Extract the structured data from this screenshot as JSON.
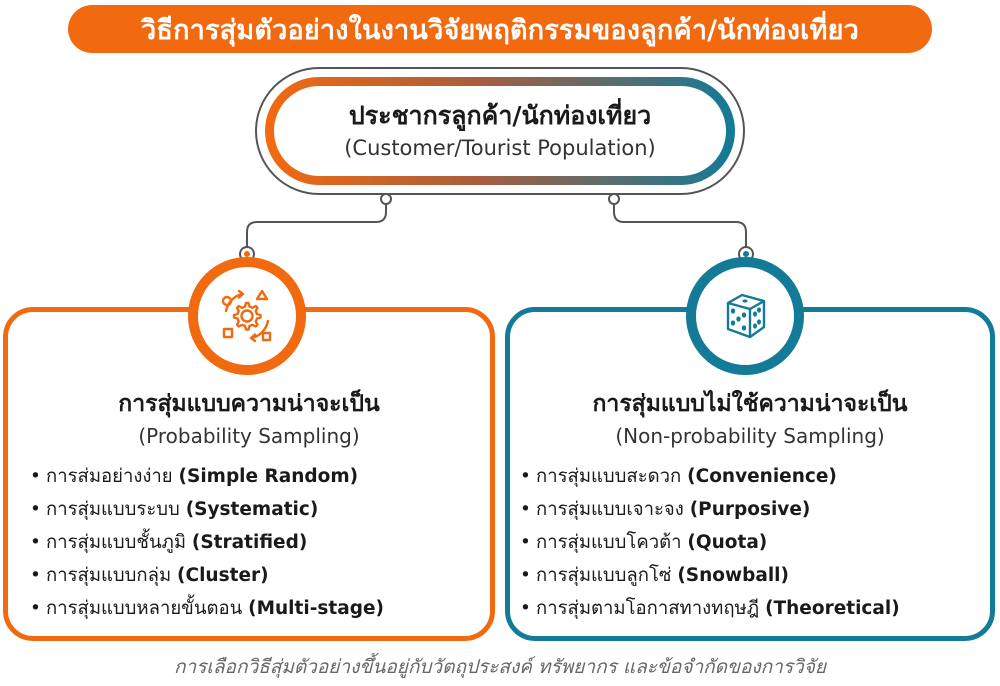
{
  "banner": {
    "title": "วิธีการสุ่มตัวอย่างในงานวิจัยพฤติกรรมของลูกค้า/นักท่องเที่ยว"
  },
  "population": {
    "title": "ประชากรลูกค้า/นักท่องเที่ยว",
    "subtitle": "(Customer/Tourist Population)"
  },
  "probability": {
    "icon": "gear-cycle-icon",
    "title": "การสุ่มแบบความน่าจะเป็น",
    "subtitle": "(Probability Sampling)",
    "items": [
      {
        "th": "การส่มอย่างง่าย",
        "en": "(Simple Random)"
      },
      {
        "th": "การสุ่มแบบระบบ",
        "en": "(Systematic)"
      },
      {
        "th": "การสุ่มแบบชั้นภูมิ",
        "en": "(Stratified)"
      },
      {
        "th": "การสุ่มแบบกลุ่ม",
        "en": "(Cluster)"
      },
      {
        "th": "การสุ่มแบบหลายขั้นตอน",
        "en": "(Multi-stage)"
      }
    ]
  },
  "nonprobability": {
    "icon": "dice-icon",
    "title": "การสุ่มแบบไม่ใช้ความน่าจะเป็น",
    "subtitle": "(Non-probability Sampling)",
    "items": [
      {
        "th": "การสุ่มแบบสะดวก",
        "en": "(Convenience)"
      },
      {
        "th": "การสุ่มแบบเจาะจง",
        "en": "(Purposive)"
      },
      {
        "th": "การสุ่มแบบโควต้า",
        "en": "(Quota)"
      },
      {
        "th": "การสุ่มแบบลูกโซ่",
        "en": "(Snowball)"
      },
      {
        "th": "การสุ่มตามโอกาสทางทฤษฎี",
        "en": "(Theoretical)"
      }
    ]
  },
  "footer": {
    "note": "การเลือกวิธีสุ่มตัวอย่างขึ้นอยู่กับวัตถุประสงค์ ทรัพยากร และข้อจำกัดของการวิจัย"
  },
  "colors": {
    "orange": "#f26a10",
    "teal": "#137a98",
    "outline": "#555555"
  }
}
